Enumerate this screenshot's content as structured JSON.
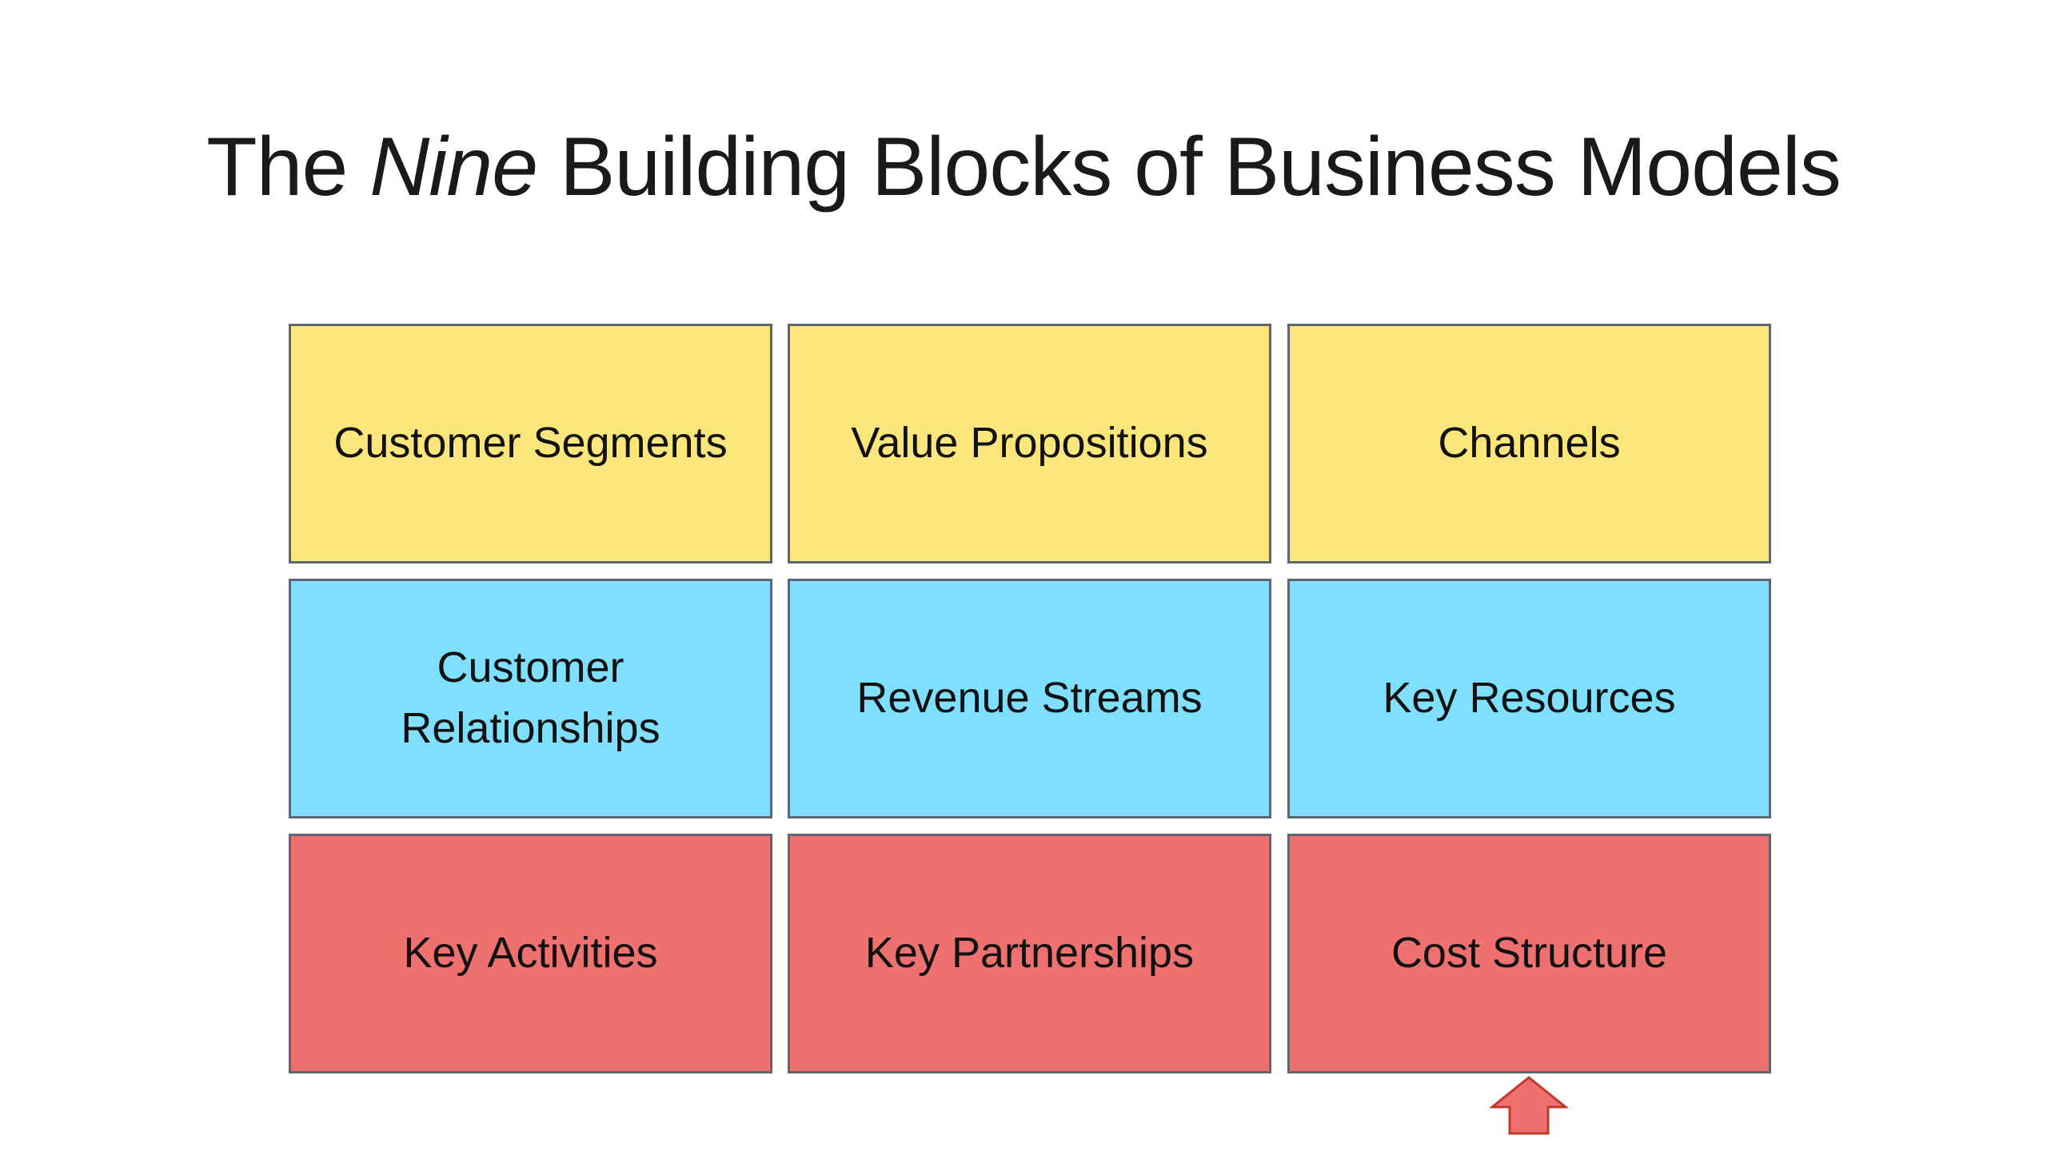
{
  "slide": {
    "title_part1": "The ",
    "title_italic": "Nine",
    "title_part2": " Building Blocks of Business Models"
  },
  "blocks": [
    {
      "label": "Customer Segments",
      "color": "#fbe67b"
    },
    {
      "label": "Value Propositions",
      "color": "#fbe67b"
    },
    {
      "label": "Channels",
      "color": "#fbe67b"
    },
    {
      "label": "Customer Relationships",
      "color": "#7edfff"
    },
    {
      "label": "Revenue Streams",
      "color": "#7edfff"
    },
    {
      "label": "Key Resources",
      "color": "#7edfff"
    },
    {
      "label": "Key Activities",
      "color": "#ee7170"
    },
    {
      "label": "Key Partnerships",
      "color": "#ee7170"
    },
    {
      "label": "Cost Structure",
      "color": "#ee7170"
    }
  ],
  "pointer": {
    "icon": "up-arrow-icon",
    "color": "#ee7170"
  }
}
